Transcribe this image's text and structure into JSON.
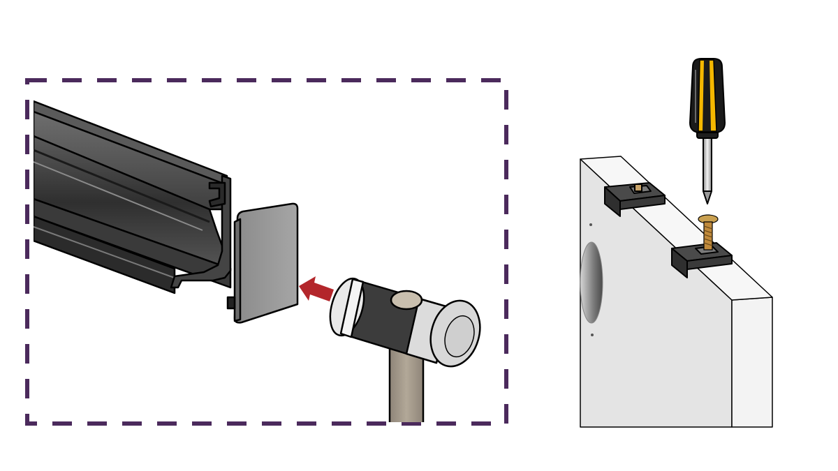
{
  "figure": {
    "panels": [
      {
        "id": "left",
        "depicts": [
          "aluminium-profile",
          "end-cap",
          "rubber-mallet"
        ]
      },
      {
        "id": "right",
        "depicts": [
          "door-panel",
          "mounting-clips",
          "screw",
          "screwdriver"
        ]
      }
    ]
  },
  "colors": {
    "frame_dashes": "#4b2a5c",
    "arrow": "#b3262b",
    "profile": "#4a4a4a",
    "end_cap": "#9c9c9c",
    "mallet_head": "#3c3c3c",
    "mallet_handle": "#a59b8e",
    "door": "#e4e4e4",
    "screwdriver_yellow": "#f5b800",
    "screw": "#c08a3c"
  },
  "icons": [
    "hammer-icon",
    "arrow-left-icon",
    "screwdriver-icon",
    "screw-icon",
    "clip-icon",
    "door-panel-icon",
    "profile-icon",
    "end-cap-icon"
  ]
}
